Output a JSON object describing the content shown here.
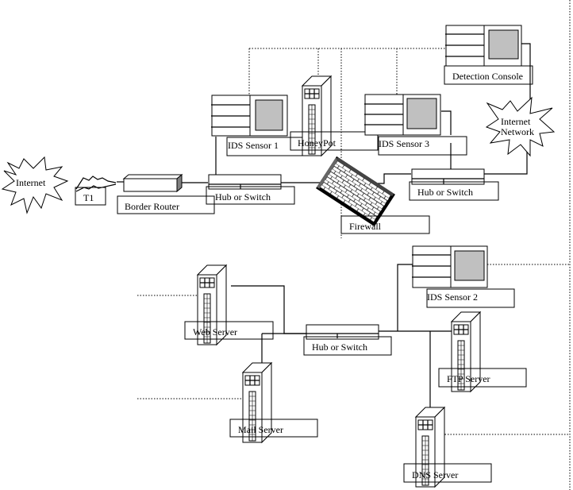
{
  "diagram": {
    "title": "IDS network topology",
    "colors": {
      "line": "#000000",
      "screen": "#c0c0c0",
      "background": "#ffffff"
    },
    "nodes": {
      "internet_cloud": {
        "label": "Internet",
        "icon": "starburst-cloud-icon"
      },
      "t1": {
        "label": "T1",
        "icon": "lightning-link-icon"
      },
      "border_router": {
        "label": "Border Router",
        "icon": "router-icon"
      },
      "hub_outer": {
        "label": "Hub or Switch",
        "icon": "hub-icon"
      },
      "ids_sensor_1": {
        "label": "IDS Sensor 1",
        "icon": "workstation-icon"
      },
      "honeypot": {
        "label": "HoneyPot",
        "icon": "server-tower-icon"
      },
      "ids_sensor_3": {
        "label": "IDS Sensor 3",
        "icon": "workstation-icon"
      },
      "detection_console": {
        "label": "Detection Console",
        "icon": "workstation-icon"
      },
      "internet_network": {
        "label_line1": "Internet",
        "label_line2": "Network",
        "icon": "starburst-cloud-icon"
      },
      "firewall": {
        "label": "Firewall",
        "icon": "firewall-brick-icon"
      },
      "hub_middle": {
        "label": "Hub or Switch",
        "icon": "hub-icon"
      },
      "ids_sensor_2": {
        "label": "IDS Sensor 2",
        "icon": "workstation-icon"
      },
      "web_server": {
        "label": "Web Server",
        "icon": "server-tower-icon"
      },
      "hub_dmz": {
        "label": "Hub or Switch",
        "icon": "hub-icon"
      },
      "ftp_server": {
        "label": "FTP Server",
        "icon": "server-tower-icon"
      },
      "mail_server": {
        "label": "Mail Server",
        "icon": "server-tower-icon"
      },
      "dns_server": {
        "label": "DNS Server",
        "icon": "server-tower-icon"
      }
    }
  }
}
